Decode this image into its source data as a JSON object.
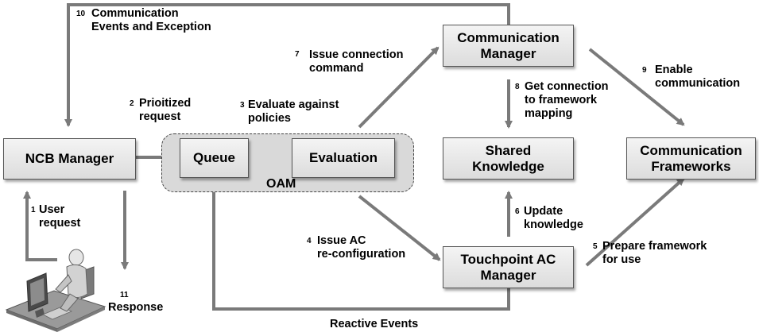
{
  "nodes": {
    "ncb_manager": "NCB Manager",
    "queue": "Queue",
    "evaluation": "Evaluation",
    "oam": "OAM",
    "communication_manager": "Communication\nManager",
    "shared_knowledge": "Shared\nKnowledge",
    "communication_frameworks": "Communication\nFrameworks",
    "touchpoint_ac_manager": "Touchpoint AC\nManager"
  },
  "steps": [
    {
      "num": "1",
      "text": "User\nrequest"
    },
    {
      "num": "2",
      "text": "Prioitized\nrequest"
    },
    {
      "num": "3",
      "text": "Evaluate against\npolicies"
    },
    {
      "num": "4",
      "text": "Issue AC\nre-configuration"
    },
    {
      "num": "5",
      "text": "Prepare framework\nfor use"
    },
    {
      "num": "6",
      "text": "Update\nknowledge"
    },
    {
      "num": "7",
      "text": "Issue connection\ncommand"
    },
    {
      "num": "8",
      "text": "Get connection\nto framework\nmapping"
    },
    {
      "num": "9",
      "text": "Enable\ncommunication"
    },
    {
      "num": "10",
      "text": "Communication\nEvents and Exception"
    },
    {
      "num": "11",
      "text": "Response"
    }
  ],
  "reactive_events": "Reactive Events",
  "colors": {
    "arrow": "#7a7a7a",
    "box_border": "#555555",
    "oam_fill": "#d9d9d9"
  },
  "icons": {
    "user": "person-at-computer-icon"
  }
}
